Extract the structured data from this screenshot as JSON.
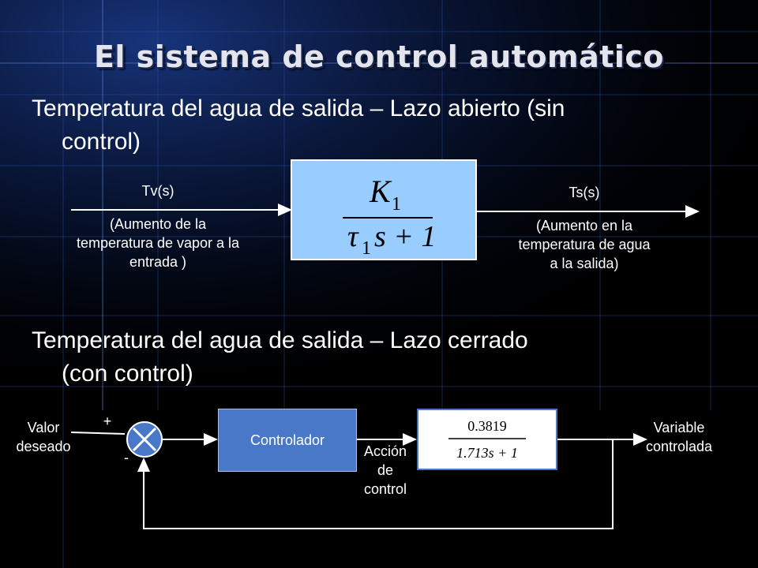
{
  "slide": {
    "title": "El sistema de control automático",
    "bullet1_line1": "Temperatura del agua de salida – Lazo abierto (sin",
    "bullet1_line2": "control)",
    "bullet2_line1": "Temperatura del agua de salida – Lazo cerrado",
    "bullet2_line2": "(con control)"
  },
  "open_loop": {
    "input_label": "Tv(s)",
    "input_desc": [
      "(Aumento de la",
      "temperatura de vapor a la",
      "entrada )"
    ],
    "output_label": "Ts(s)",
    "output_desc": [
      "(Aumento en la",
      "temperatura de agua",
      "a la salida)"
    ],
    "tf_numerator": "K",
    "tf_numerator_sub": "1",
    "tf_den_tau": "τ",
    "tf_den_tau_sub": "1",
    "tf_den_rest": "s + 1"
  },
  "closed_loop": {
    "setpoint_label": [
      "Valor",
      "deseado"
    ],
    "plus_sign": "+",
    "minus_sign": "-",
    "controller_label": "Controlador",
    "action_label": [
      "Acción",
      "de",
      "control"
    ],
    "tf_numerator": "0.3819",
    "tf_denominator": "1.713s + 1",
    "output_label": [
      "Variable",
      "controlada"
    ]
  },
  "colors": {
    "block_blue": "#4a78c8",
    "light_blue": "#99ccff",
    "title_shadow": "#1b2a55"
  }
}
